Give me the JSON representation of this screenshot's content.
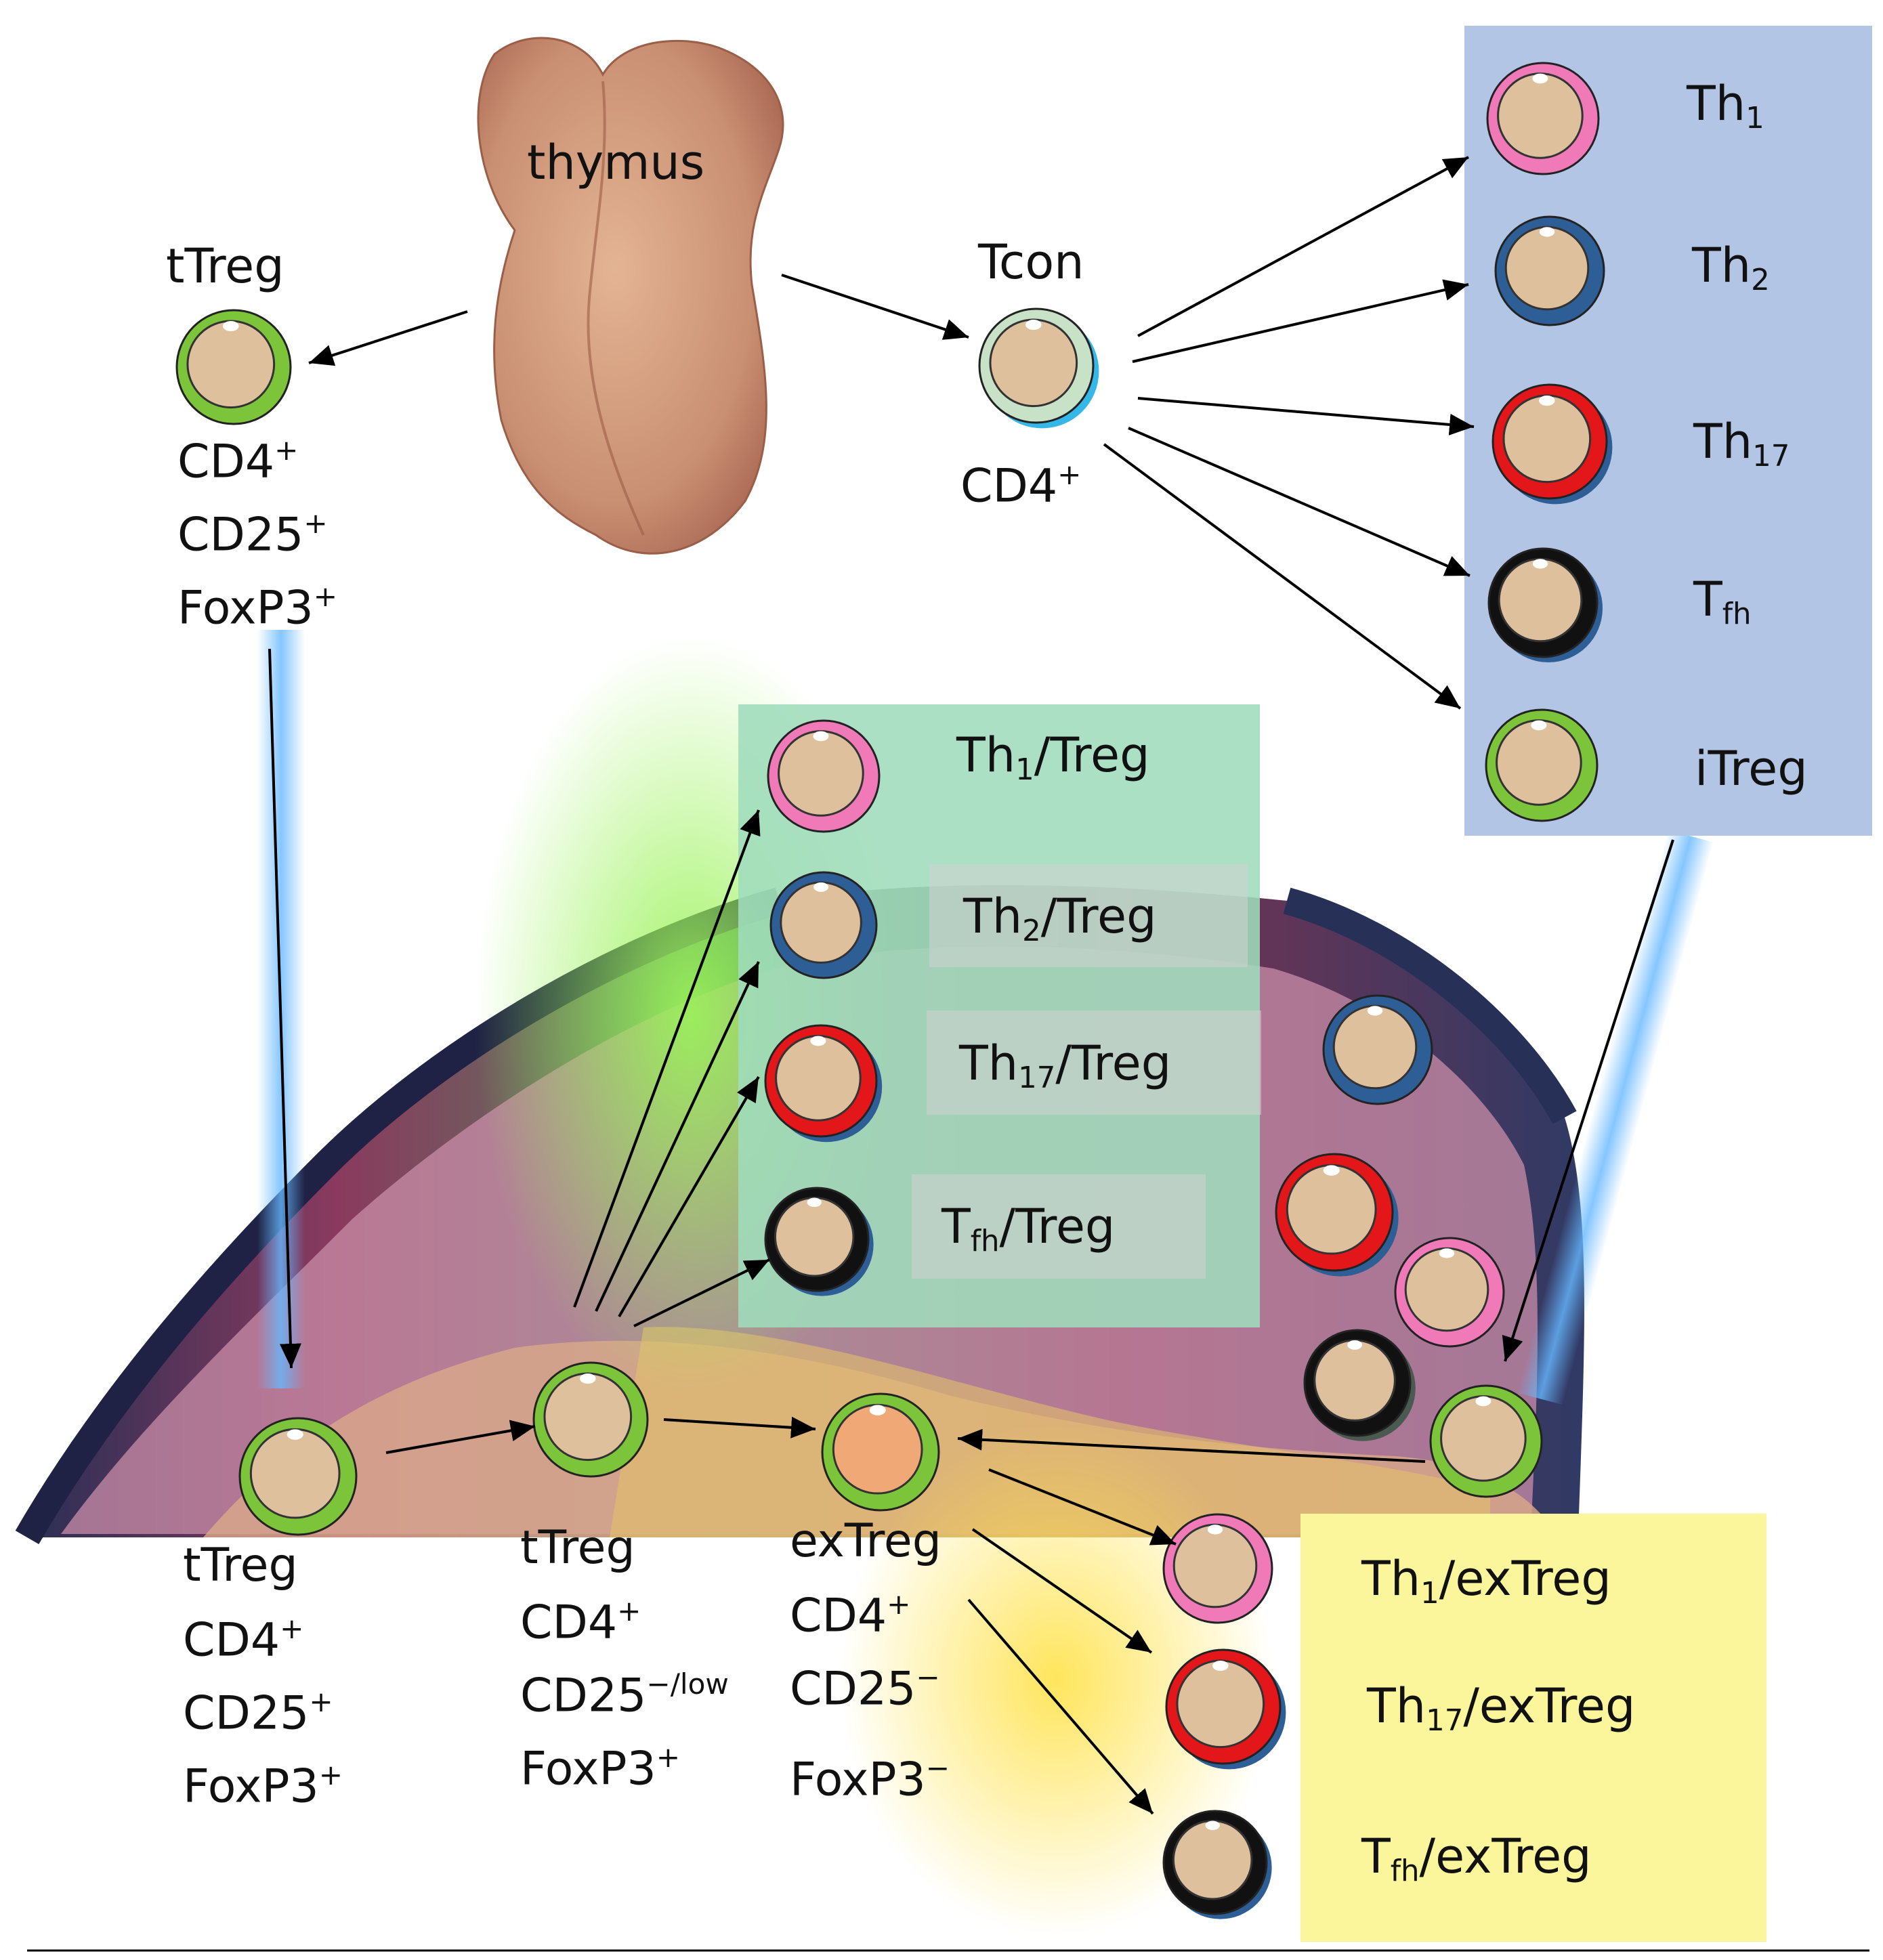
{
  "colors": {
    "th1": "#f07ab8",
    "th2": "#2e5e96",
    "th17": "#e3161a",
    "tfh": "#111111",
    "treg": "#7cc43a",
    "tcon": "#35b7e8",
    "cell_core": "#dfc09c",
    "extreg_core": "#f0a877",
    "blue_box": "#b3c5e5",
    "green_box": "#9fdcbc",
    "yellow_box": "#fbf59b"
  },
  "labels": {
    "thymus": "thymus",
    "ttreg_top": "tTreg",
    "ttreg_top_markers": [
      "CD4",
      "CD25",
      "FoxP3"
    ],
    "ttreg_top_signs": [
      "+",
      "+",
      "+"
    ],
    "tcon": "Tcon",
    "tcon_marker": "CD4",
    "tcon_sign": "+",
    "blue_box": [
      {
        "base": "Th",
        "sub": "1",
        "suffix": ""
      },
      {
        "base": "Th",
        "sub": "2",
        "suffix": ""
      },
      {
        "base": "Th",
        "sub": "17",
        "suffix": ""
      },
      {
        "base": "T",
        "sub": "fh",
        "suffix": ""
      },
      {
        "base": "iTreg",
        "sub": "",
        "suffix": ""
      }
    ],
    "green_box": [
      {
        "base": "Th",
        "sub": "1",
        "suffix": "/Treg"
      },
      {
        "base": "Th",
        "sub": "2",
        "suffix": "/Treg"
      },
      {
        "base": "Th",
        "sub": "17",
        "suffix": "/Treg"
      },
      {
        "base": "T",
        "sub": "fh",
        "suffix": "/Treg"
      }
    ],
    "yellow_box": [
      {
        "base": "Th",
        "sub": "1",
        "suffix": "/exTreg"
      },
      {
        "base": "Th",
        "sub": "17",
        "suffix": "/exTreg"
      },
      {
        "base": "T",
        "sub": "fh",
        "suffix": "/exTreg"
      }
    ],
    "bottom_ttreg_1": {
      "name": "tTreg",
      "lines": [
        "CD4",
        "CD25",
        "FoxP3"
      ],
      "signs": [
        "+",
        "+",
        "+"
      ]
    },
    "bottom_ttreg_2": {
      "name": "tTreg",
      "lines": [
        "CD4",
        "CD25",
        "FoxP3"
      ],
      "signs": [
        "+",
        "−/low",
        "+"
      ]
    },
    "bottom_extreg": {
      "name": "exTreg",
      "lines": [
        "CD4",
        "CD25",
        "FoxP3"
      ],
      "signs": [
        "+",
        "−",
        "−"
      ]
    }
  }
}
